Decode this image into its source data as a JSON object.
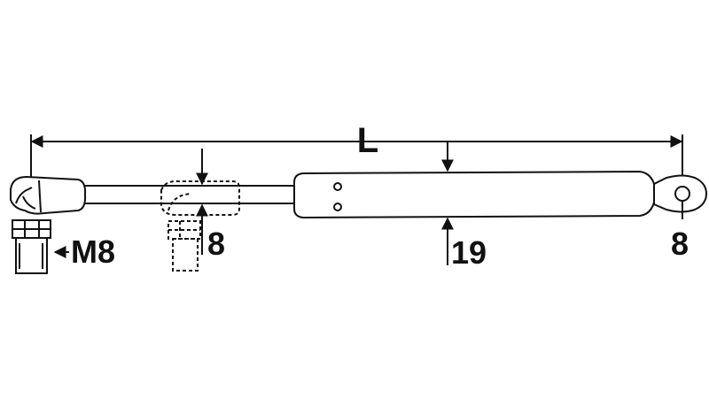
{
  "labels": {
    "length": "L",
    "thread": "M8",
    "rod_diameter": "8",
    "body_diameter": "19",
    "eye_diameter": "8"
  },
  "colors": {
    "line": "#111111",
    "body_fill": "#ffffff"
  }
}
